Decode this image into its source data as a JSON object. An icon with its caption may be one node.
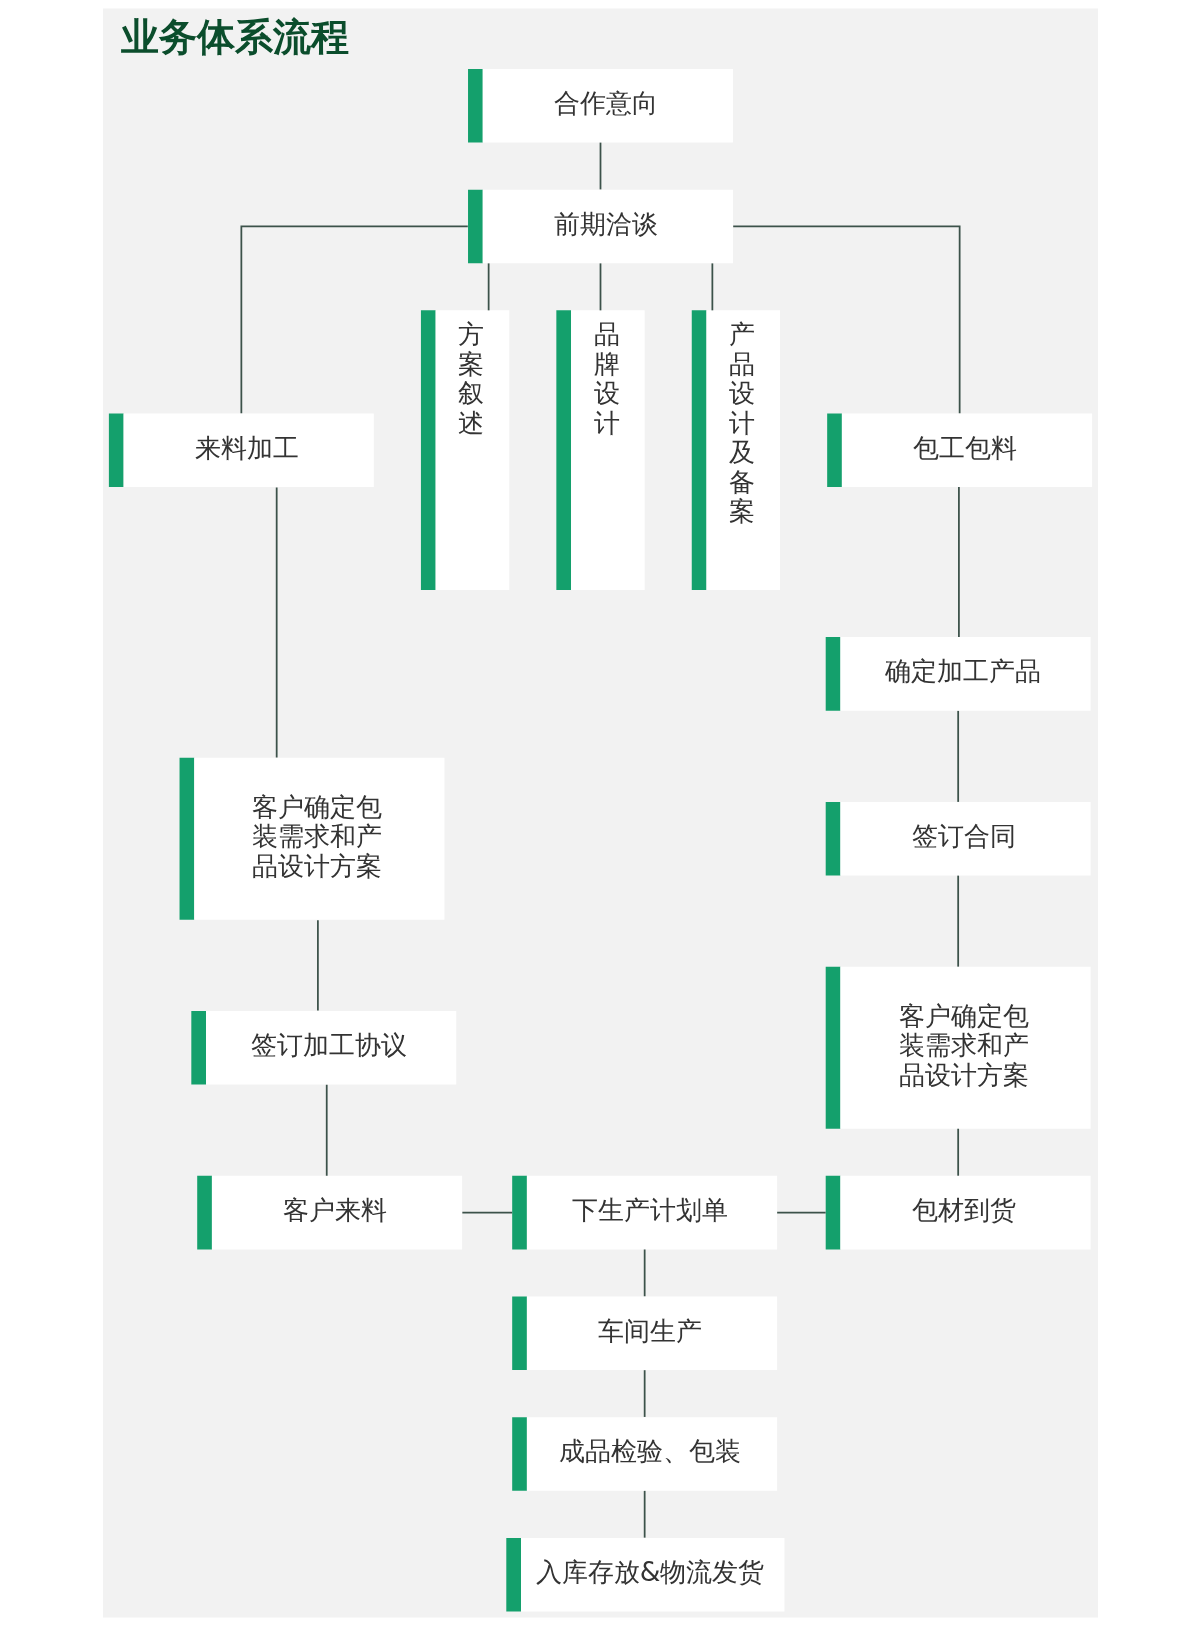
{
  "diagram": {
    "title": "业务体系流程",
    "nodes": [
      {
        "text": [
          "合作意向"
        ]
      },
      {
        "text": [
          "前期洽谈"
        ]
      },
      {
        "text": [
          "来料加工"
        ]
      },
      {
        "text": [
          "方案叙述"
        ]
      },
      {
        "text": [
          "品牌设计"
        ]
      },
      {
        "text": [
          "产品设计及备案"
        ]
      },
      {
        "text": [
          "包工包料"
        ]
      },
      {
        "text": [
          "客户确定包装需求和产品设计方案"
        ]
      },
      {
        "text": [
          "确定加工产品"
        ]
      },
      {
        "text": [
          "签订合同"
        ]
      },
      {
        "text": [
          "签订加工协议"
        ]
      },
      {
        "text": [
          "客户确定包装需求和产品设计方案"
        ]
      },
      {
        "text": [
          "客户来料"
        ]
      },
      {
        "text": [
          "下生产计划单"
        ]
      },
      {
        "text": [
          "包材到货"
        ]
      },
      {
        "text": [
          "车间生产"
        ]
      },
      {
        "text": [
          "成品检验、包装"
        ]
      },
      {
        "text": [
          "入库存放&物流发货"
        ]
      }
    ],
    "edges": [
      {
        "from": 0,
        "to": 1,
        "arrow": "none"
      },
      {
        "from": 1,
        "to": 2,
        "arrow": "none"
      },
      {
        "from": 1,
        "to": 3,
        "arrow": "none"
      },
      {
        "from": 1,
        "to": 4,
        "arrow": "none"
      },
      {
        "from": 1,
        "to": 5,
        "arrow": "none"
      },
      {
        "from": 1,
        "to": 6,
        "arrow": "none"
      },
      {
        "from": 2,
        "to": 7,
        "arrow": "none"
      },
      {
        "from": 7,
        "to": 10,
        "arrow": "none"
      },
      {
        "from": 10,
        "to": 12,
        "arrow": "none"
      },
      {
        "from": 12,
        "to": 13,
        "arrow": "none"
      },
      {
        "from": 6,
        "to": 8,
        "arrow": "none"
      },
      {
        "from": 8,
        "to": 9,
        "arrow": "none"
      },
      {
        "from": 9,
        "to": 11,
        "arrow": "none"
      },
      {
        "from": 11,
        "to": 14,
        "arrow": "none"
      },
      {
        "from": 13,
        "to": 14,
        "arrow": "none"
      },
      {
        "from": 13,
        "to": 15,
        "arrow": "none"
      },
      {
        "from": 15,
        "to": 16,
        "arrow": "none"
      },
      {
        "from": 16,
        "to": 17,
        "arrow": "none"
      }
    ]
  }
}
